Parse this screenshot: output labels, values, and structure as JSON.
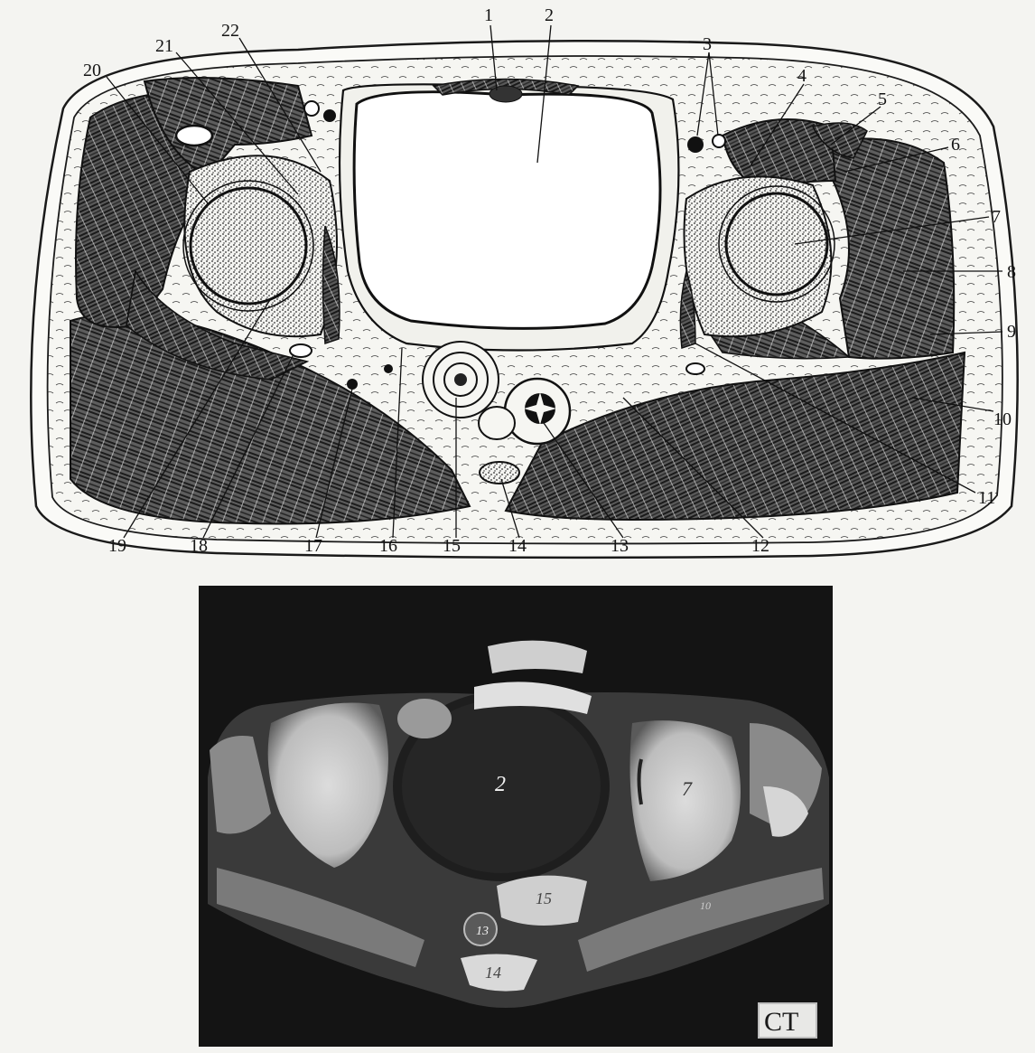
{
  "drawing": {
    "labels": [
      "1",
      "2",
      "3",
      "4",
      "5",
      "6",
      "7",
      "8",
      "9",
      "10",
      "11",
      "12",
      "13",
      "14",
      "15",
      "16",
      "17",
      "18",
      "19",
      "20",
      "21",
      "22"
    ]
  },
  "ct": {
    "tag": "CT",
    "labels": [
      "2",
      "7",
      "15",
      "13",
      "14",
      "10"
    ]
  }
}
